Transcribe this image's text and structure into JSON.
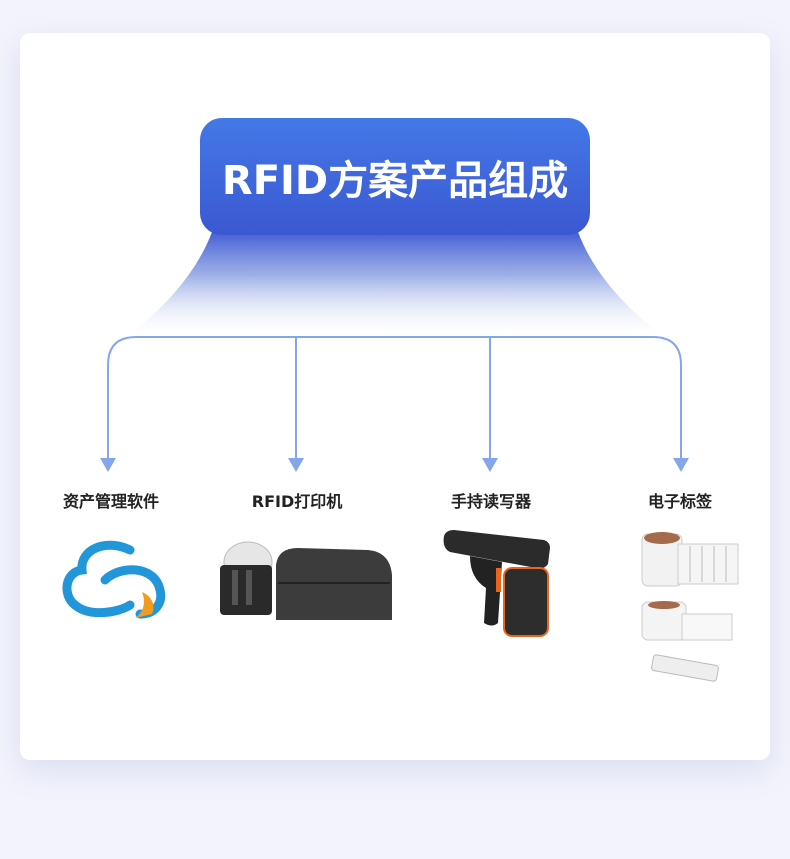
{
  "title": "RFID方案产品组成",
  "products": [
    {
      "label": "资产管理软件",
      "icon": "cloud-logo-icon"
    },
    {
      "label": "RFID打印机",
      "icon": "printer-image"
    },
    {
      "label": "手持读写器",
      "icon": "handheld-reader-image"
    },
    {
      "label": "电子标签",
      "icon": "rfid-tags-image"
    }
  ],
  "colors": {
    "accent": "#3b5fd6",
    "connector": "#86a6ec",
    "cloud_blue": "#2196d9",
    "cloud_orange": "#f29c1f"
  }
}
